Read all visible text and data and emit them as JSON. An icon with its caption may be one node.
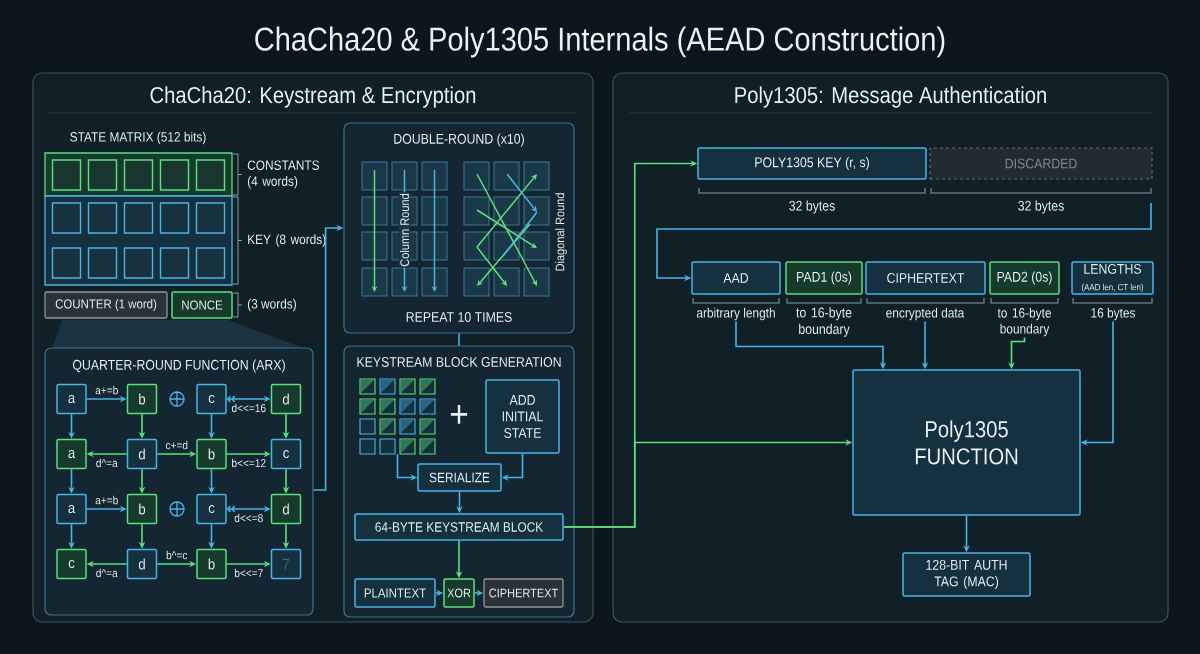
{
  "diagram": {
    "title": "ChaCha20 & Poly1305 Internals (AEAD Construction)",
    "nodes": [
      {
        "text": [
          "ChaCha20: Keystream & Encryption"
        ]
      },
      {
        "text": [],
        "shape": "box",
        "in": 0,
        "beside": [
          "CONSTANTS (4 words)"
        ]
      },
      {
        "text": [],
        "shape": "box",
        "in": 0,
        "beside": [
          "KEY (8 words)"
        ]
      },
      {
        "text": [
          "COUNTER (1 word)"
        ],
        "in": 0
      },
      {
        "text": [
          "NONCE"
        ],
        "in": 0,
        "beside": [
          "(3 words)"
        ]
      },
      {
        "text": [
          "QUARTER-ROUND FUNCTION (ARX)"
        ],
        "in": 0
      },
      {
        "text": [
          "a"
        ],
        "in": 5
      },
      {
        "text": [
          "b"
        ],
        "in": 5
      },
      {
        "text": [
          "c"
        ],
        "in": 5
      },
      {
        "text": [
          "d"
        ],
        "in": 5
      },
      {
        "text": [
          "a"
        ],
        "in": 5
      },
      {
        "text": [
          "d"
        ],
        "in": 5
      },
      {
        "text": [
          "b"
        ],
        "in": 5
      },
      {
        "text": [
          "c"
        ],
        "in": 5
      },
      {
        "text": [
          "a"
        ],
        "in": 5
      },
      {
        "text": [
          "b"
        ],
        "in": 5
      },
      {
        "text": [
          "c"
        ],
        "in": 5
      },
      {
        "text": [
          "d"
        ],
        "in": 5
      },
      {
        "text": [
          "c"
        ],
        "in": 5
      },
      {
        "text": [
          "d"
        ],
        "in": 5
      },
      {
        "text": [
          "b"
        ],
        "in": 5
      },
      {
        "text": [
          "7"
        ],
        "in": 5
      },
      {
        "text": [
          "DOUBLE-ROUND (x10)",
          "REPEAT 10 TIMES"
        ],
        "in": 0
      },
      {
        "text": [
          "KEYSTREAM BLOCK GENERATION"
        ],
        "in": 0
      },
      {
        "text": [],
        "shape": "grid",
        "in": 23
      },
      {
        "text": [
          "ADD INITIAL STATE"
        ],
        "in": 23
      },
      {
        "text": [
          "SERIALIZE"
        ],
        "in": 23
      },
      {
        "text": [
          "64-BYTE KEYSTREAM BLOCK"
        ],
        "in": 23
      },
      {
        "text": [
          "PLAINTEXT"
        ],
        "in": 23
      },
      {
        "text": [
          "XOR"
        ],
        "in": 23
      },
      {
        "text": [
          "CIPHERTEXT"
        ],
        "in": 23
      },
      {
        "text": [
          "Poly1305: Message Authentication"
        ]
      },
      {
        "text": [
          "POLY1305 KEY (r, s)"
        ],
        "in": 31,
        "beside": [
          "32 bytes"
        ]
      },
      {
        "text": [
          "DISCARDED"
        ],
        "in": 31,
        "beside": [
          "32 bytes"
        ]
      },
      {
        "text": [
          "AAD"
        ],
        "in": 31
      },
      {
        "text": [
          "PAD1 (0s)"
        ],
        "in": 31,
        "beside": [
          "to 16-byte boundary"
        ]
      },
      {
        "text": [
          "CIPHERTEXT"
        ],
        "in": 31
      },
      {
        "text": [
          "PAD2 (0s)"
        ],
        "in": 31
      },
      {
        "text": [
          "LENGTHS",
          "(AAD len, CT len)"
        ],
        "in": 31
      },
      {
        "text": [
          "arbitrary length"
        ],
        "in": 31
      },
      {
        "text": [
          "encrypted data"
        ],
        "in": 31
      },
      {
        "text": [
          "to 16-byte boundary"
        ],
        "in": 31
      },
      {
        "text": [
          "16 bytes"
        ],
        "in": 31
      },
      {
        "text": [
          "Poly1305 FUNCTION"
        ],
        "in": 31
      },
      {
        "text": [
          "128-BIT AUTH TAG (MAC)"
        ],
        "in": 31
      }
    ],
    "edges": [
      {
        "from": 6,
        "to": 7,
        "arrow": "to",
        "label": "a+=b"
      },
      {
        "from": 8,
        "to": 9,
        "arrow": "both",
        "label": "d<<=16"
      },
      {
        "from": 6,
        "to": 10,
        "arrow": "to"
      },
      {
        "from": 7,
        "to": 11,
        "arrow": "to",
        "color": "#5ee07c"
      },
      {
        "from": 8,
        "to": 12,
        "arrow": "to"
      },
      {
        "from": 9,
        "to": 13,
        "arrow": "to",
        "color": "#5ee07c"
      },
      {
        "from": 11,
        "to": 10,
        "arrow": "to",
        "label": "d^=a",
        "color": "#5ee07c"
      },
      {
        "from": 11,
        "to": 12,
        "arrow": "to",
        "label": "c+=d",
        "color": "#5ee07c"
      },
      {
        "from": 12,
        "to": 13,
        "arrow": "to",
        "label": "b<<=12",
        "color": "#5ee07c"
      },
      {
        "from": 10,
        "to": 14,
        "arrow": "to"
      },
      {
        "from": 11,
        "to": 15,
        "arrow": "to",
        "color": "#5ee07c"
      },
      {
        "from": 12,
        "to": 16,
        "arrow": "to"
      },
      {
        "from": 13,
        "to": 17,
        "arrow": "to",
        "color": "#5ee07c"
      },
      {
        "from": 14,
        "to": 15,
        "arrow": "to",
        "label": "a+=b"
      },
      {
        "from": 16,
        "to": 17,
        "arrow": "both",
        "label": "d<<=8"
      },
      {
        "from": 14,
        "to": 18,
        "arrow": "to"
      },
      {
        "from": 15,
        "to": 19,
        "arrow": "to",
        "color": "#5ee07c"
      },
      {
        "from": 16,
        "to": 20,
        "arrow": "to"
      },
      {
        "from": 17,
        "to": 21,
        "arrow": "to",
        "color": "#5ee07c"
      },
      {
        "from": 19,
        "to": 18,
        "arrow": "to",
        "label": "d^=a",
        "color": "#5ee07c"
      },
      {
        "from": 19,
        "to": 20,
        "arrow": "to",
        "label": "b^=c",
        "color": "#5ee07c"
      },
      {
        "from": 20,
        "to": 21,
        "arrow": "to",
        "label": "b<<=7",
        "color": "#5ee07c"
      },
      {
        "from": 5,
        "to": 22,
        "arrow": "to"
      },
      {
        "from": 22,
        "to": 23,
        "arrow": "none"
      },
      {
        "from": 24,
        "to": 26,
        "arrow": "to"
      },
      {
        "from": 25,
        "to": 26,
        "arrow": "to"
      },
      {
        "from": 26,
        "to": 27,
        "arrow": "to"
      },
      {
        "from": 27,
        "to": 29,
        "arrow": "to",
        "color": "#5ee07c"
      },
      {
        "from": 28,
        "to": 29,
        "arrow": "to"
      },
      {
        "from": 29,
        "to": 30,
        "arrow": "to"
      },
      {
        "from": 27,
        "to": 32,
        "arrow": "to",
        "color": "#5ee07c"
      },
      {
        "from": 27,
        "to": 43,
        "arrow": "to",
        "color": "#5ee07c"
      },
      {
        "from": null,
        "to": 34,
        "arrow": "to"
      },
      {
        "from": 39,
        "to": 43,
        "arrow": "to"
      },
      {
        "from": 40,
        "to": 43,
        "arrow": "to"
      },
      {
        "from": 41,
        "to": 43,
        "arrow": "to",
        "color": "#5ee07c"
      },
      {
        "from": 42,
        "to": 43,
        "arrow": "to"
      },
      {
        "from": 43,
        "to": 44,
        "arrow": "to"
      }
    ],
    "labels": [
      "STATE MATRIX (512 bits)",
      "Column Round",
      "Diagonal Round",
      "+"
    ]
  }
}
